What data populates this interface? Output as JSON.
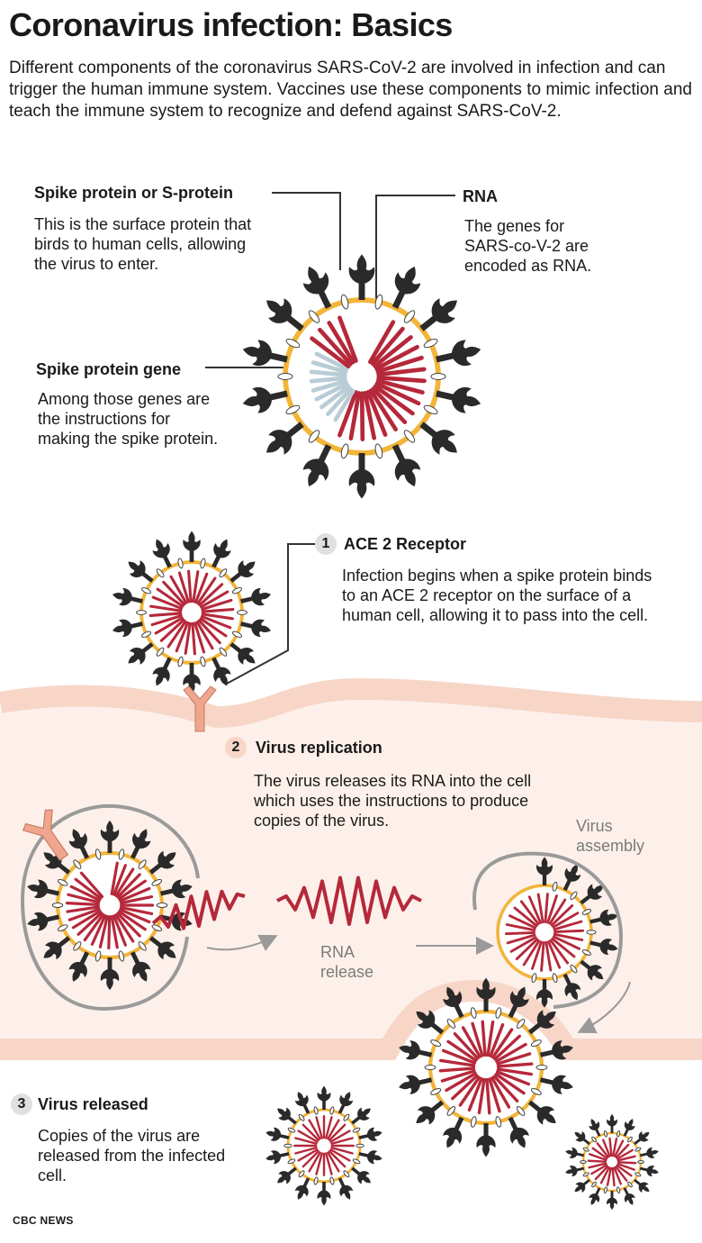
{
  "title": "Coronavirus infection: Basics",
  "intro": "Different components of the coronavirus SARS-CoV-2 are involved in infection and can trigger the human immune system. Vaccines use these components to mimic infection and teach the immune system to recognize and defend against SARS-CoV-2.",
  "anatomy": {
    "spike": {
      "heading": "Spike protein or S-protein",
      "body": "This is the surface protein that birds to human cells, allowing the virus to enter."
    },
    "rna": {
      "heading": "RNA",
      "body": "The genes for SARS-co-V-2 are encoded as RNA."
    },
    "gene": {
      "heading": "Spike protein gene",
      "body": "Among those genes are the instructions for making the spike protein."
    }
  },
  "steps": [
    {
      "number": "1",
      "heading": "ACE 2 Receptor",
      "body": "Infection begins when a spike protein binds to an ACE 2 receptor on the surface of a human cell, allowing it to pass into the cell."
    },
    {
      "number": "2",
      "heading": "Virus replication",
      "body": "The virus releases its RNA into the cell which uses the instructions to produce copies of the virus."
    },
    {
      "number": "3",
      "heading": "Virus released",
      "body": "Copies of the virus are released from the infected cell."
    }
  ],
  "labels": {
    "rna_release": "RNA release",
    "virus_assembly": "Virus assembly"
  },
  "credit": "CBC NEWS",
  "colors": {
    "cell_fill": "#fdf0ea",
    "membrane": "#f7d6c8",
    "spike": "#2a2a2a",
    "rna": "#b5283a",
    "gene": "#b9ccd6",
    "envelope": "#f2b53a",
    "receptor": "#f0a58e",
    "leader": "#333333",
    "arrow": "#999999"
  }
}
